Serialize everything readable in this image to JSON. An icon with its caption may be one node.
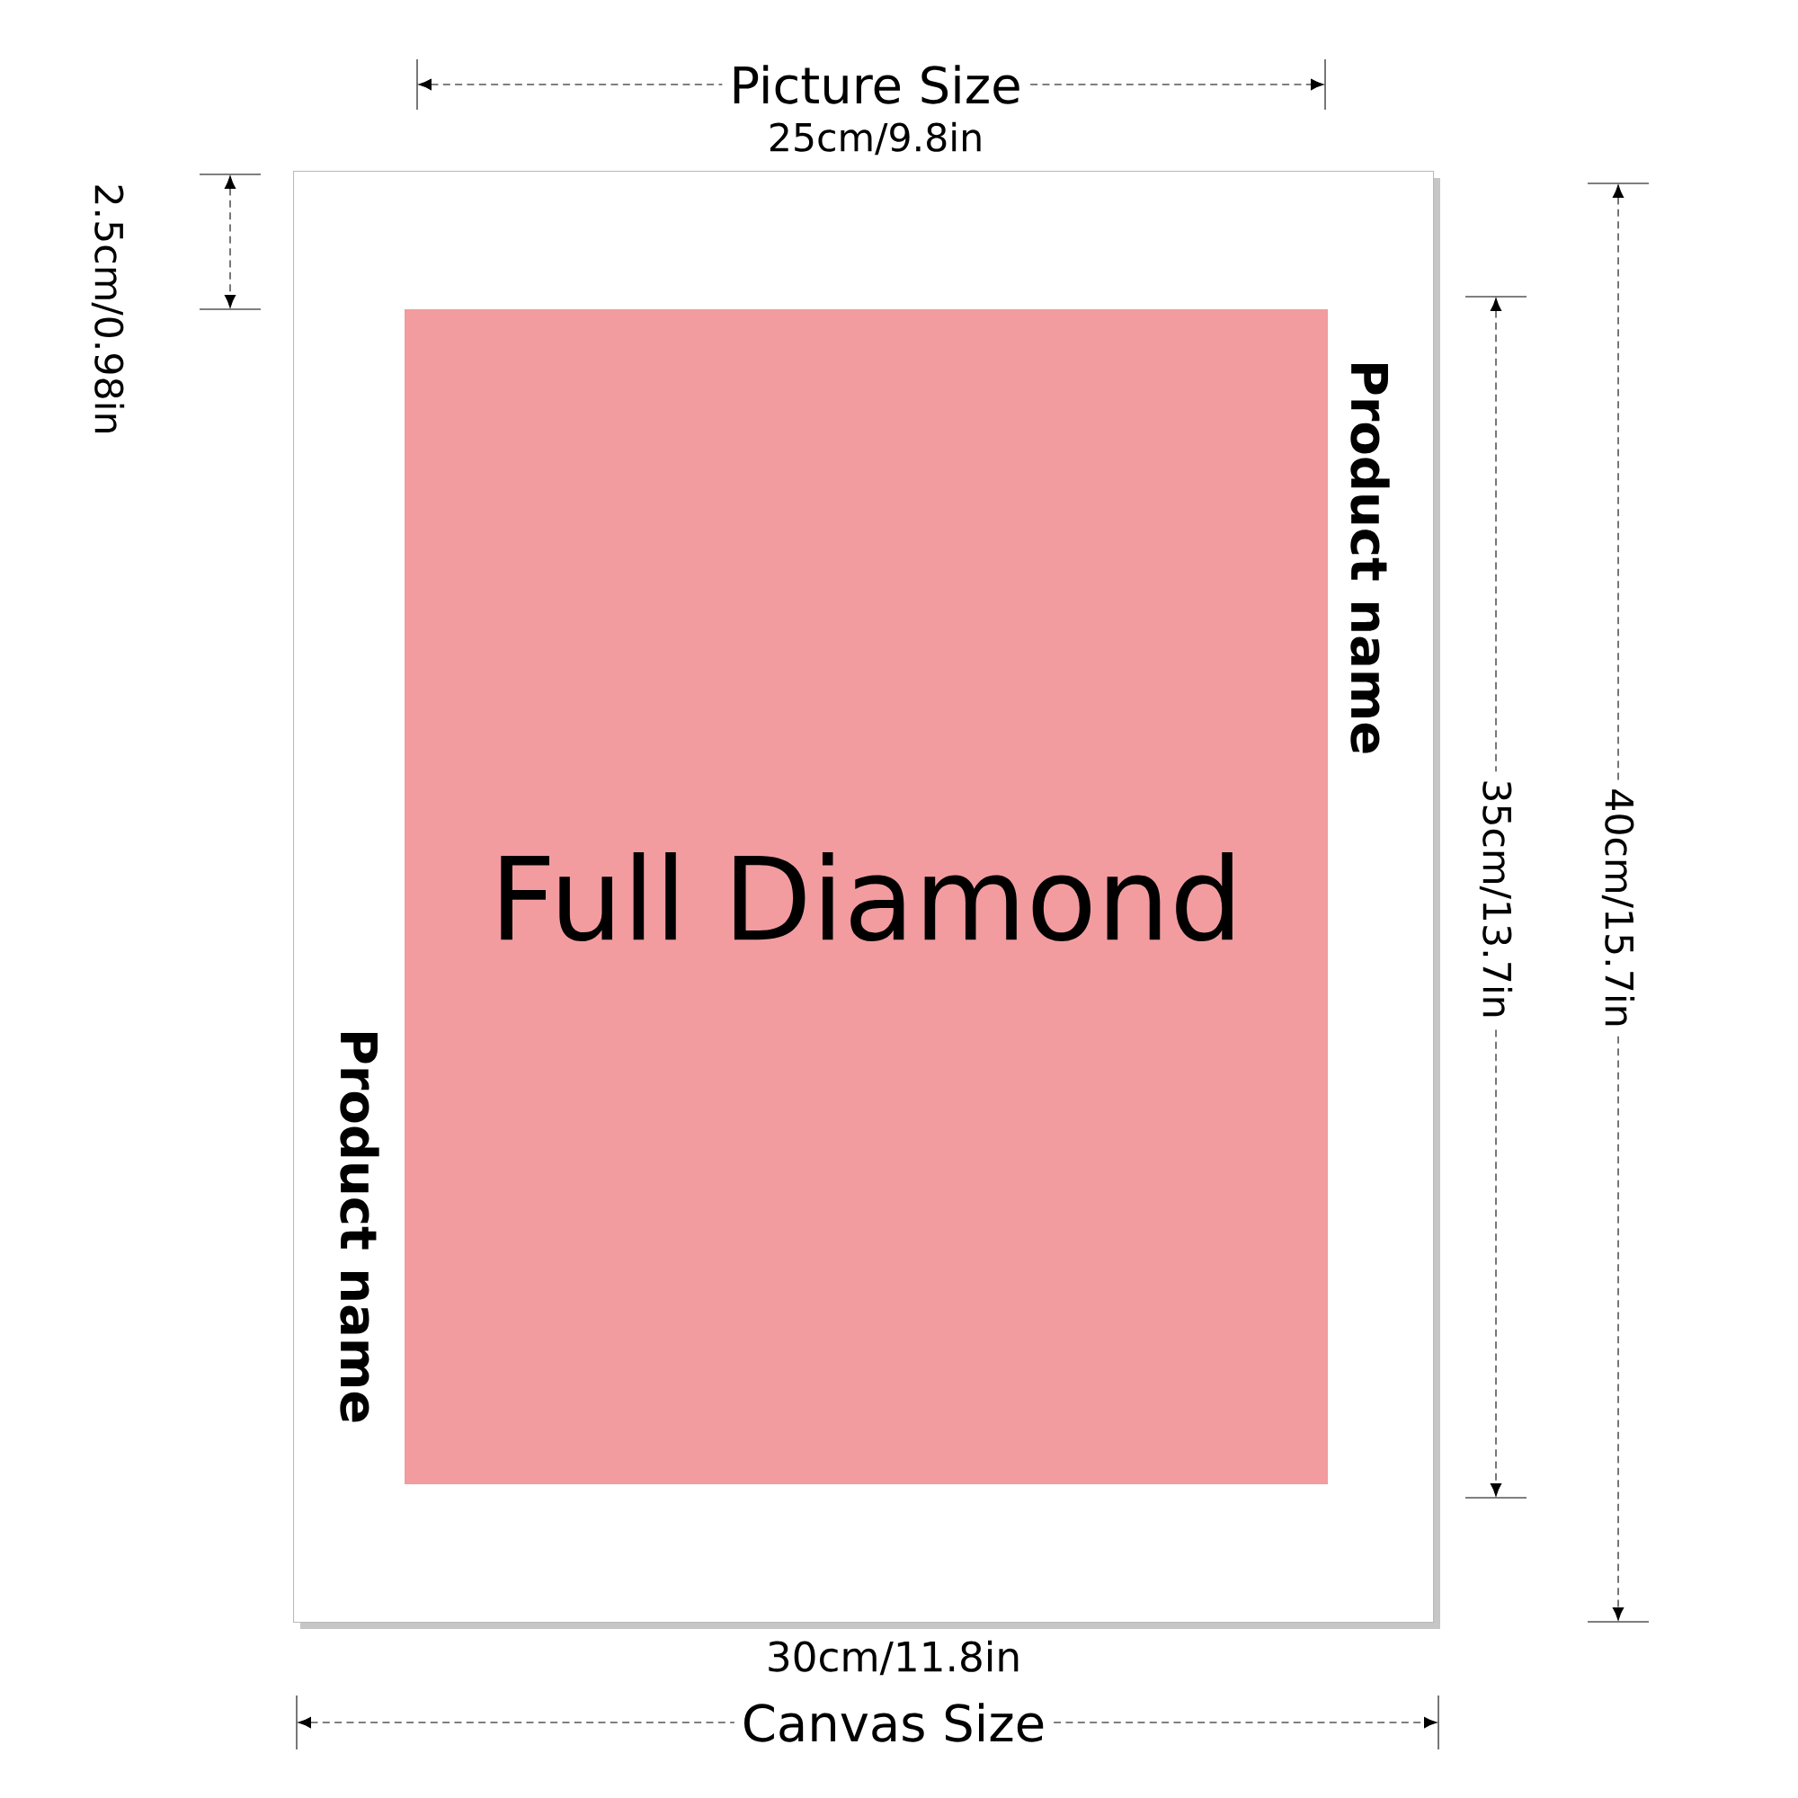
{
  "diagram": {
    "nodes": [
      {
        "text": [],
        "shape": "box"
      },
      {
        "text": [
          "Full Diamond"
        ],
        "in": 0,
        "beside": [
          "Product name",
          "Product name"
        ]
      }
    ],
    "labels": [
      "Picture Size",
      "25cm/9.8in",
      "2.5cm/0.98in",
      "35cm/13.7in",
      "40cm/15.7in",
      "30cm/11.8in",
      "Canvas Size"
    ]
  }
}
